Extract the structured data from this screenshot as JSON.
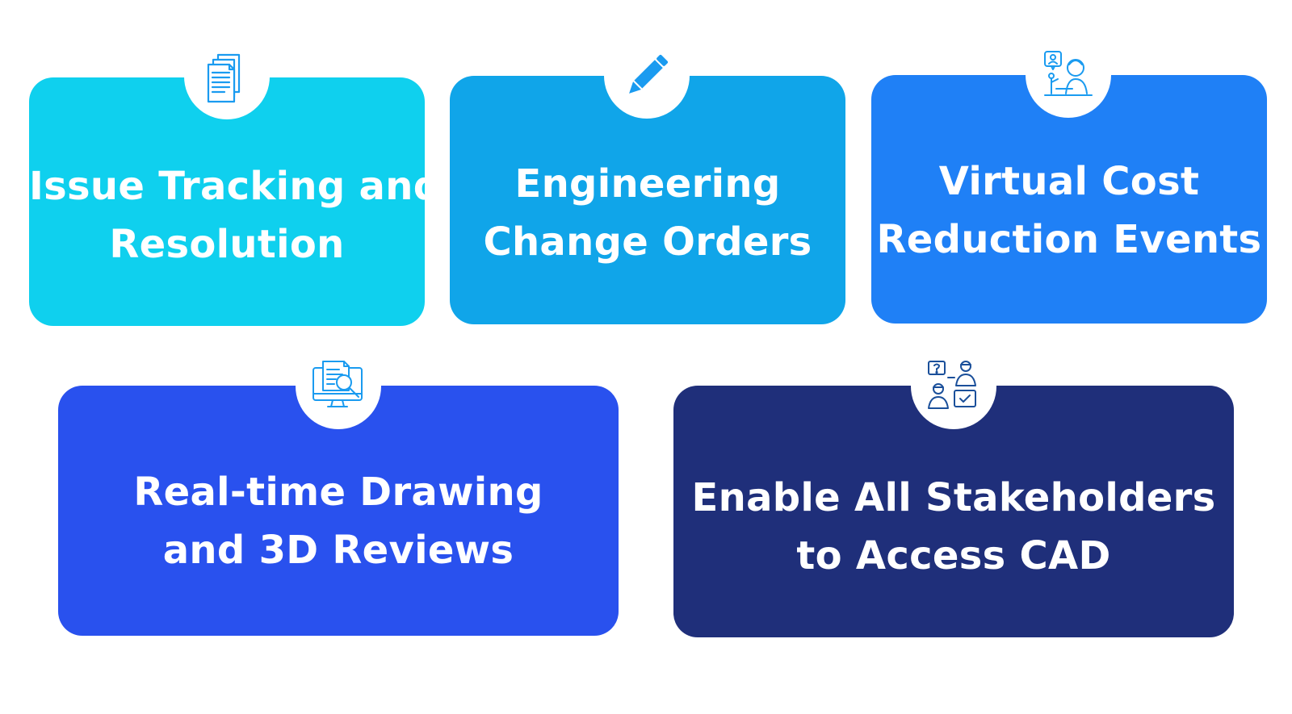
{
  "cards": [
    {
      "line1": "Issue Tracking and",
      "line2": "Resolution",
      "color": "#0fd0ee",
      "icon": "document-stack-icon"
    },
    {
      "line1": "Engineering",
      "line2": "Change Orders",
      "color": "#10a5e9",
      "icon": "pencil-icon"
    },
    {
      "line1": "Virtual Cost",
      "line2": "Reduction Events",
      "color": "#1f80f6",
      "icon": "virtual-meeting-icon"
    },
    {
      "line1": "Real-time Drawing",
      "line2": "and 3D Reviews",
      "color": "#2951ee",
      "icon": "monitor-review-icon"
    },
    {
      "line1": "Enable All Stakeholders",
      "line2": "to Access CAD",
      "color": "#1f2f7a",
      "icon": "stakeholders-icon"
    }
  ],
  "icon_color": "#1a9bf0"
}
